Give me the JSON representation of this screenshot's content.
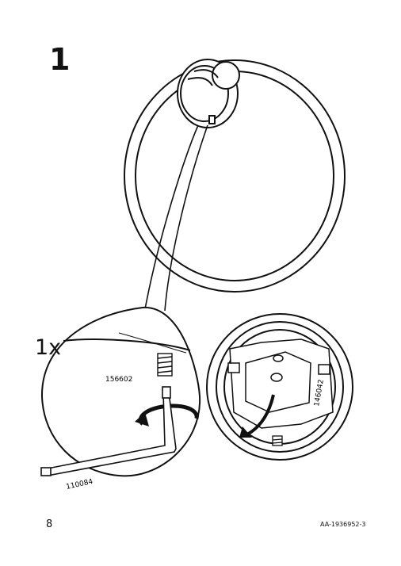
{
  "step": {
    "number": "1",
    "quantity": "1x"
  },
  "parts": {
    "screw_part": "156602",
    "key_part": "110084",
    "bracket_part": "146042"
  },
  "footer": {
    "page_number": "8",
    "doc_code": "AA-1936952-3"
  },
  "icons": [
    "towel-ring",
    "hex-key",
    "screw",
    "wall-bracket",
    "rotate-arrow",
    "arrow"
  ]
}
